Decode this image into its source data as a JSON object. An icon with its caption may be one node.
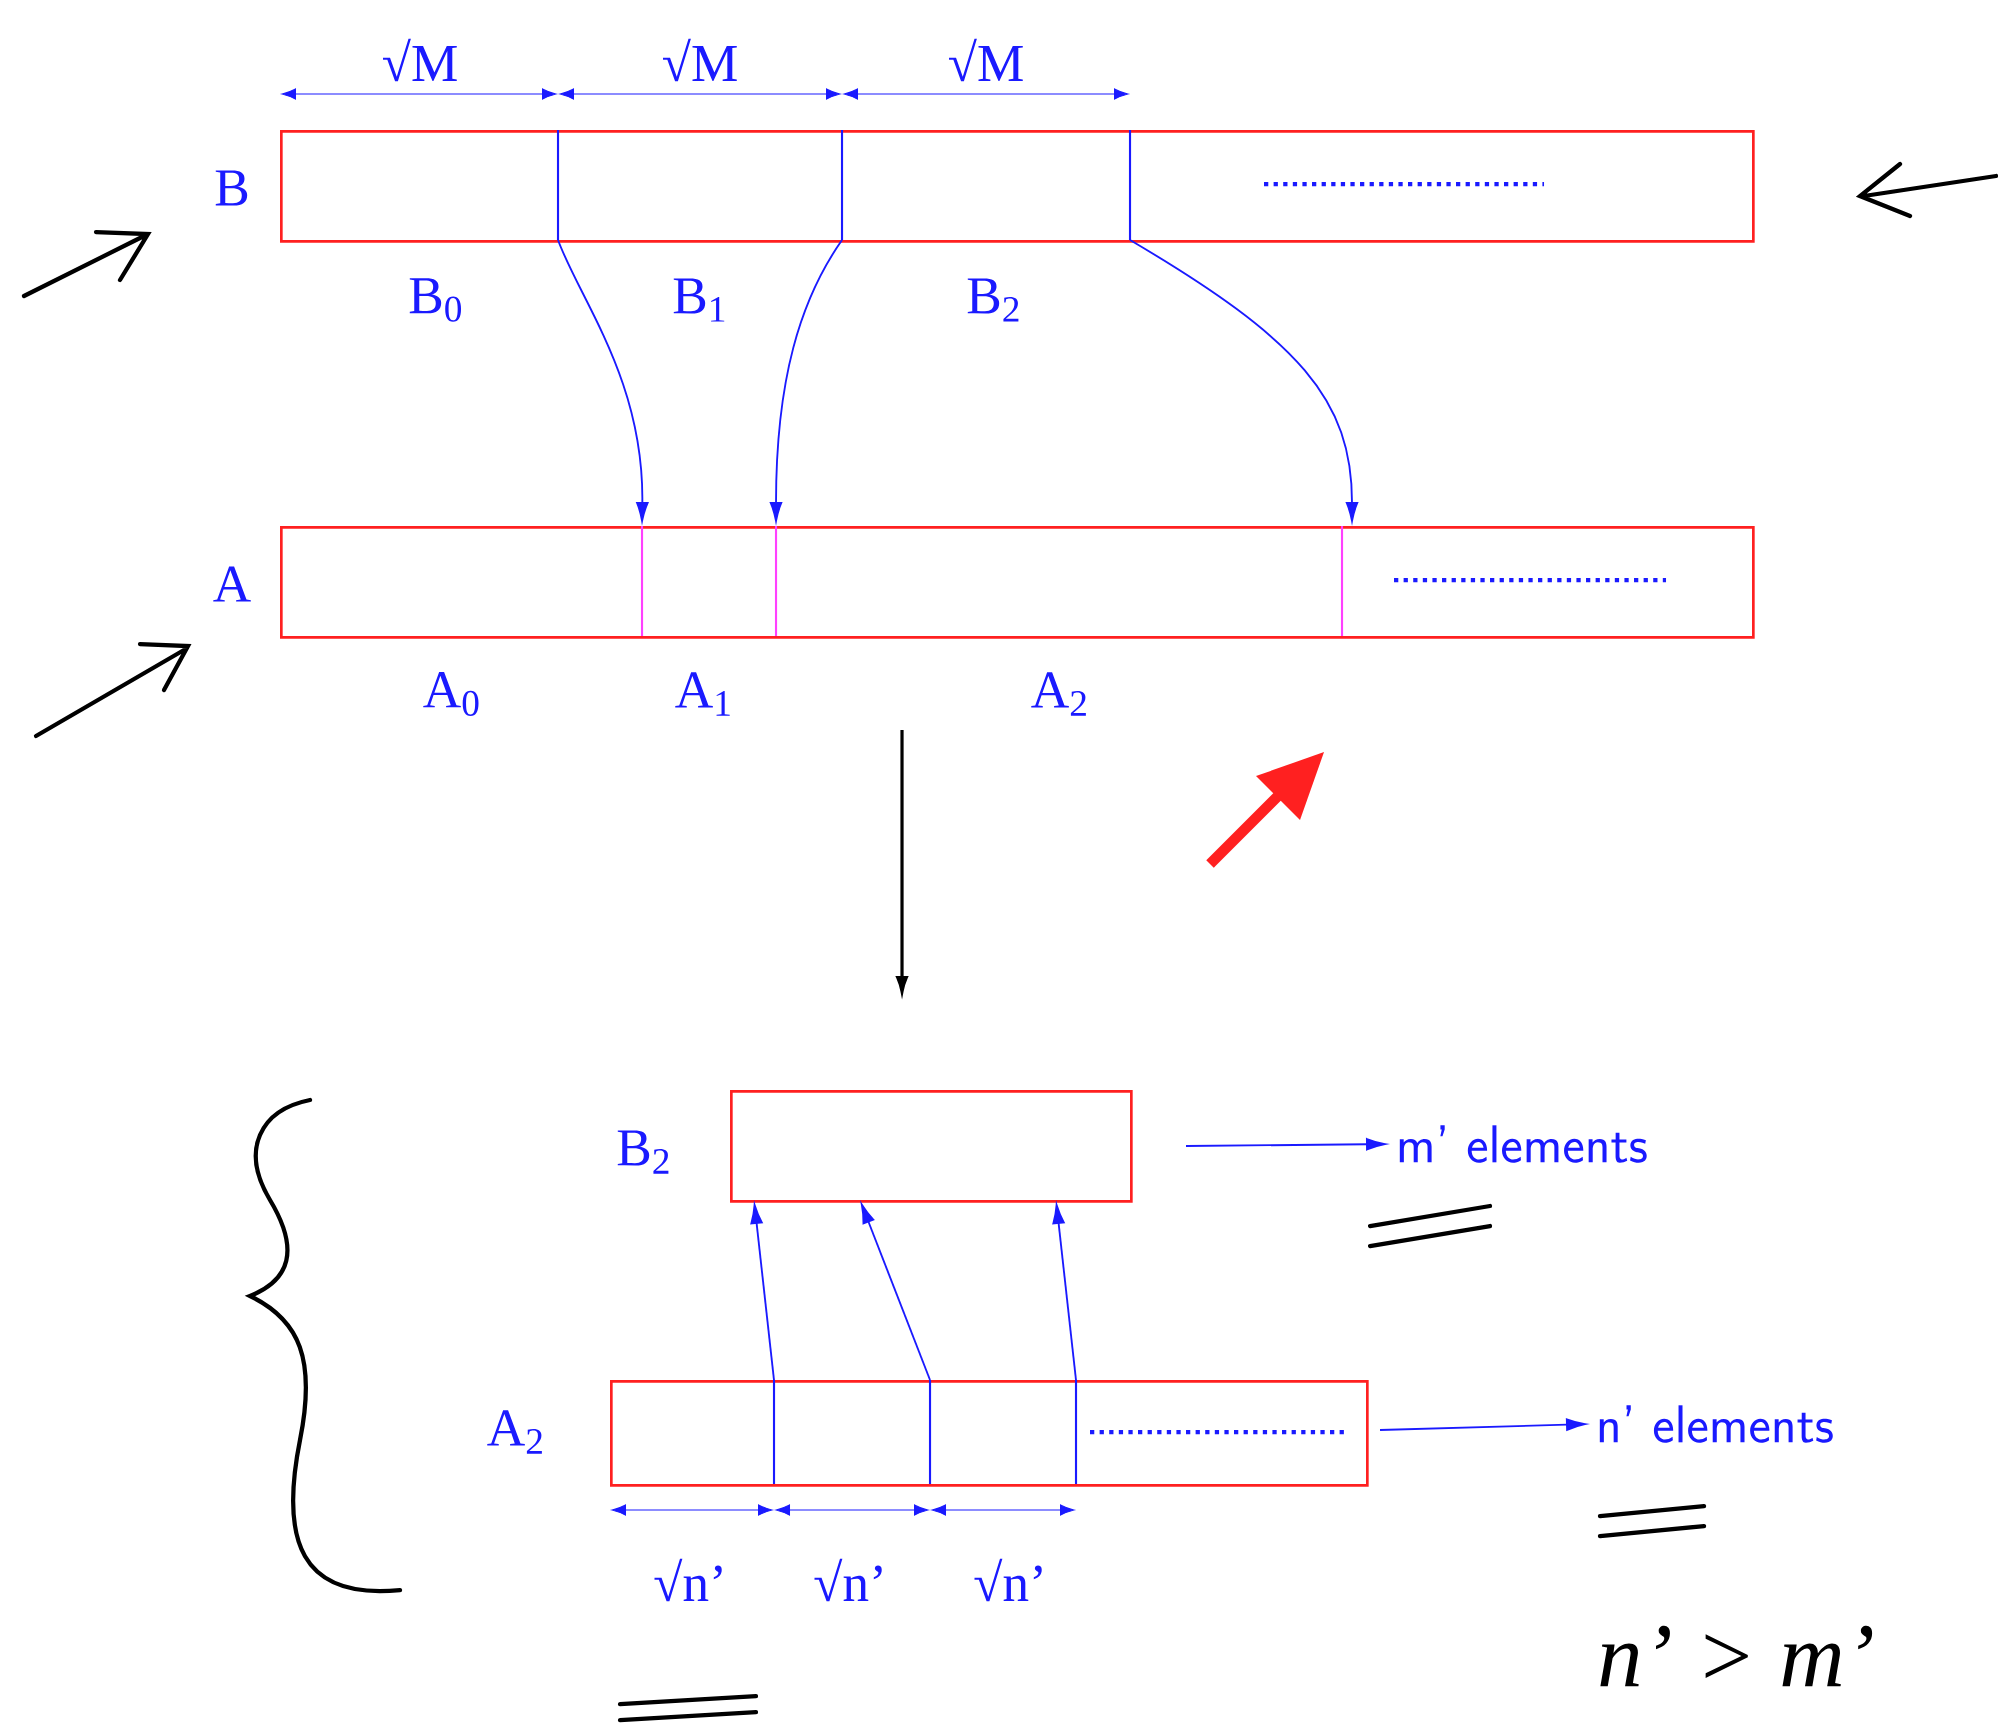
{
  "diagram": {
    "nodes": [
      {
        "text": [
          "B"
        ]
      },
      {
        "text": [
          "A"
        ]
      },
      {
        "text": [
          "B$_{2}$"
        ]
      },
      {
        "text": [
          "A$_{2}$"
        ]
      },
      {
        "text": [
          "m’  elements"
        ]
      },
      {
        "text": [
          "n’ elements"
        ]
      }
    ],
    "edges": [
      {
        "from": 0,
        "to": 1,
        "arrow": "to"
      },
      {
        "from": 0,
        "to": 1,
        "arrow": "to"
      },
      {
        "from": 0,
        "to": 1,
        "arrow": "to"
      },
      {
        "from": 1,
        "to": 2,
        "arrow": "to",
        "color": "#000000"
      },
      {
        "from": 3,
        "to": 2,
        "arrow": "to"
      },
      {
        "from": 3,
        "to": 2,
        "arrow": "to"
      },
      {
        "from": 3,
        "to": 2,
        "arrow": "to"
      },
      {
        "from": 2,
        "to": 4,
        "arrow": "to"
      },
      {
        "from": 3,
        "to": 5,
        "arrow": "to"
      }
    ],
    "labels": [
      "√M",
      "√M",
      "√M",
      "B$_{0}$",
      "B$_{1}$",
      "B$_{2}$",
      "A$_{0}$",
      "A$_{1}$",
      "A$_{2}$",
      "√n’",
      "√n’",
      "√n’",
      "n’ > m’"
    ]
  }
}
